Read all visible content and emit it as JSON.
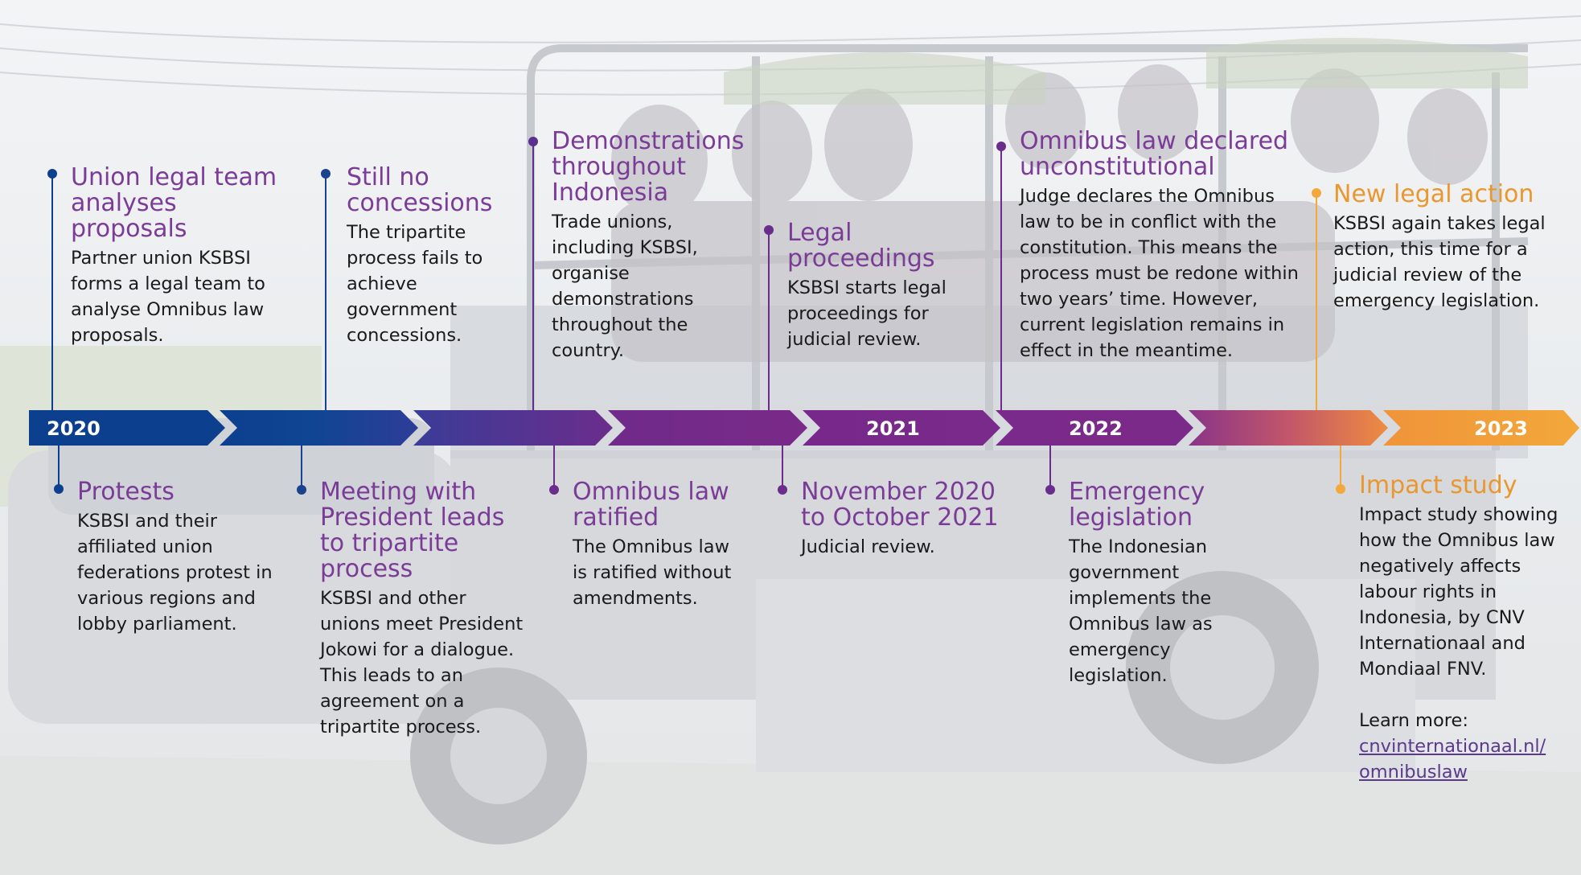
{
  "colors": {
    "blue": "#0d3f8f",
    "purple": "#7a2c8a",
    "violet": "#6b2d8c",
    "orange": "#f3a33a",
    "title_purple": "#7a3c97",
    "title_orange": "#e9972f",
    "link": "#5b3a8e"
  },
  "years": [
    "2020",
    "2021",
    "2022",
    "2023"
  ],
  "events_above": [
    {
      "title": "Union legal team analyses proposals",
      "desc": "Partner union KSBSI forms a legal team to analyse Omnibus law proposals."
    },
    {
      "title": "Still no concessions",
      "desc": "The tripartite process fails to achieve government concessions."
    },
    {
      "title": "Demonstrations throughout Indonesia",
      "desc": "Trade unions, including KSBSI, organise demonstrations throughout the country."
    },
    {
      "title": "Legal proceedings",
      "desc": "KSBSI starts legal proceedings for judicial review."
    },
    {
      "title": "Omnibus law declared unconstitutional",
      "desc": "Judge declares the Omnibus law to be in conflict with the constitution. This means the process must be redone within two years’ time. However, current legislation remains in effect in the meantime."
    },
    {
      "title": "New legal action",
      "desc": "KSBSI again takes legal action, this time for a judicial review of the emergency legislation."
    }
  ],
  "events_below": [
    {
      "title": "Protests",
      "desc": "KSBSI and their affiliated union federations protest in various regions and lobby parliament."
    },
    {
      "title": "Meeting with President leads to tripartite process",
      "desc": "KSBSI and other unions meet President Jokowi for a dialogue. This leads to an agreement on a tripartite process."
    },
    {
      "title": "Omnibus law ratified",
      "desc": "The Omnibus law is ratified without amendments."
    },
    {
      "title": "November 2020 to October 2021",
      "desc": "Judicial review."
    },
    {
      "title": "Emergency legislation",
      "desc": "The Indonesian government implements the Omnibus law as emergency legislation."
    },
    {
      "title": "Impact study",
      "desc": "Impact study showing how the Omnibus law negatively affects labour rights in Indonesia, by CNV Internationaal and Mondiaal FNV."
    }
  ],
  "learn_more": {
    "label": "Learn more:",
    "link_line1": "cnvinternationaal.nl/",
    "link_line2": "omnibuslaw"
  }
}
